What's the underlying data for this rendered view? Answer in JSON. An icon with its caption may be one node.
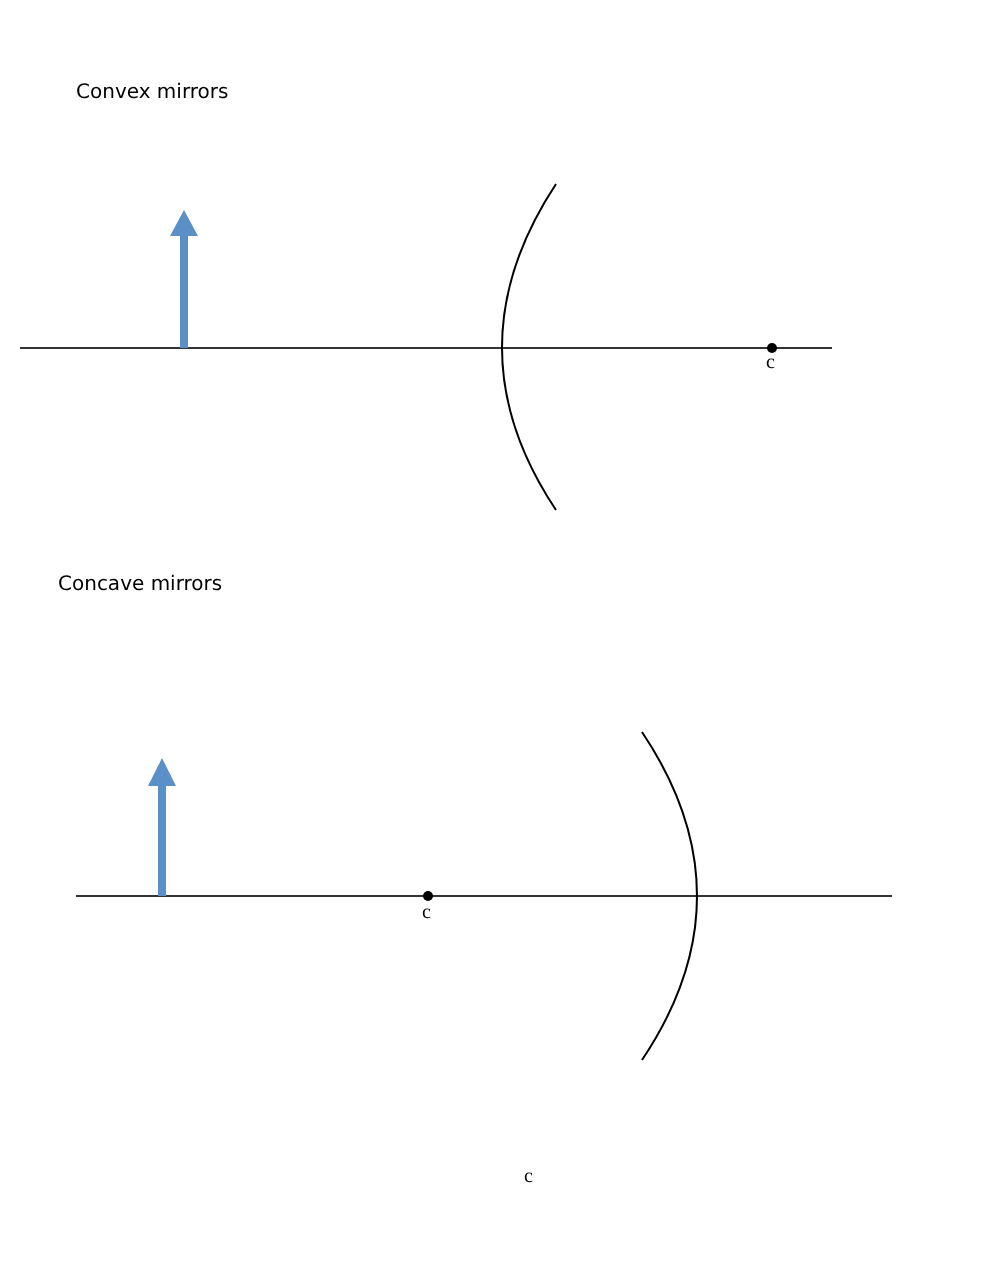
{
  "diagram": {
    "labels": [
      "Convex mirrors",
      "c",
      "Concave mirrors",
      "c",
      "c"
    ]
  }
}
